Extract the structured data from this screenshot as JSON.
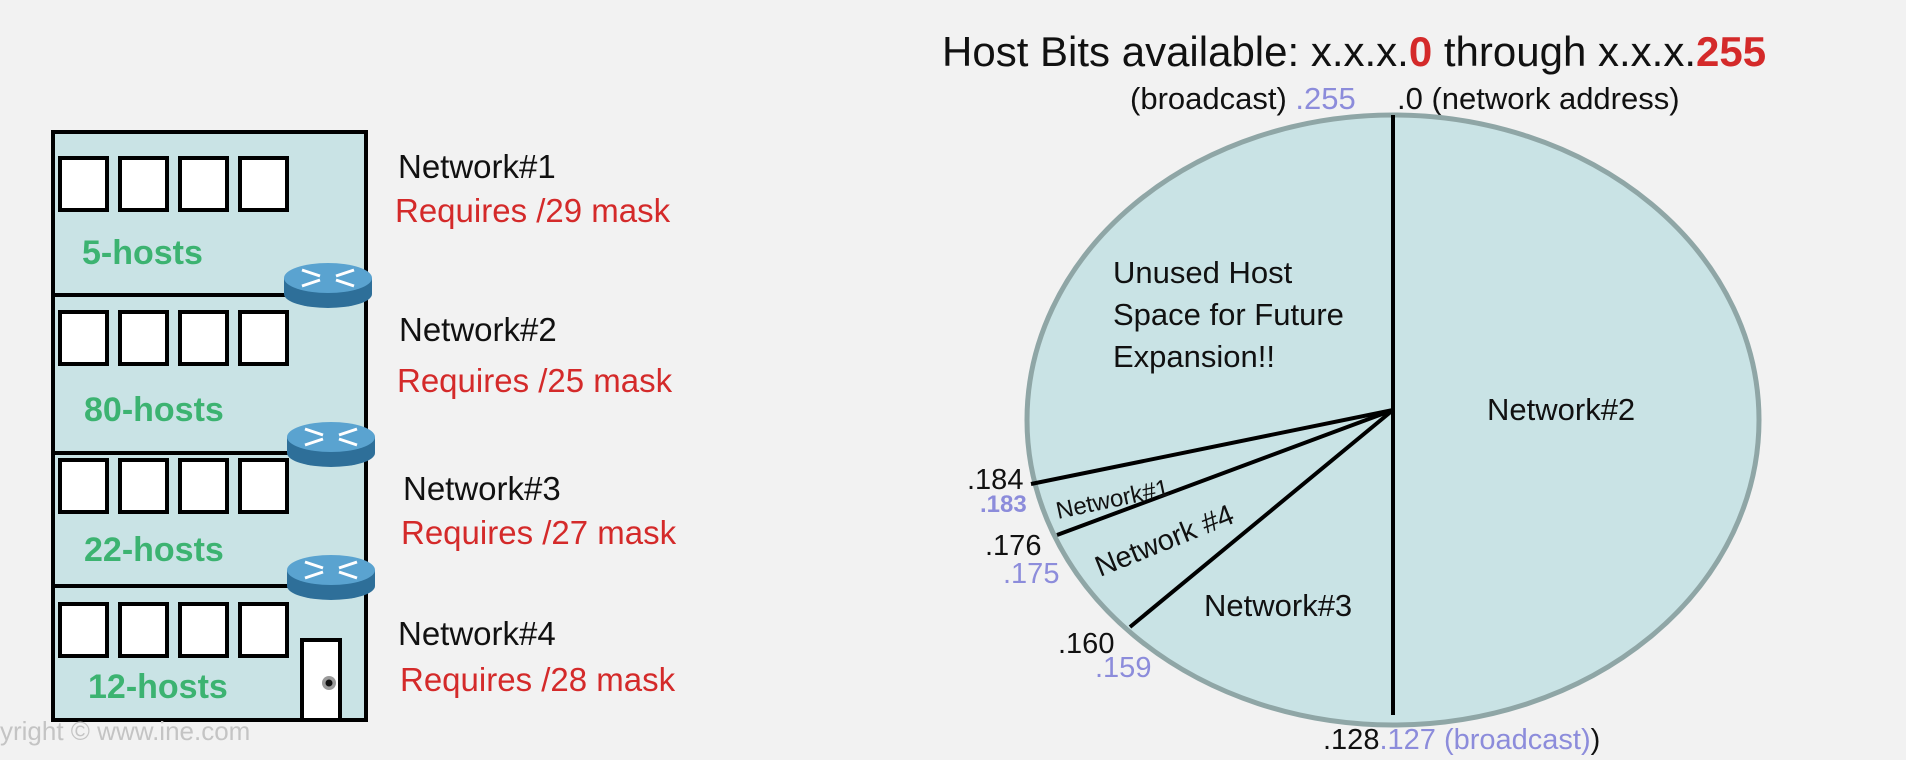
{
  "colors": {
    "background": "#f2f2f2",
    "fill_light_blue": "#c9e3e5",
    "outline": "#000000",
    "pie_outline": "#8fa6a6",
    "hosts_green": "#3cb371",
    "requires_red": "#d42a2a",
    "octet_red": "#d42a2a",
    "broadcast_lavender": "#8c8cdb",
    "router_blue": "#3c88b8",
    "watermark": "#c4c4c4"
  },
  "building": {
    "floors": [
      {
        "hosts": "5-hosts",
        "network": "Network#1",
        "requirement": "Requires /29 mask"
      },
      {
        "hosts": "80-hosts",
        "network": "Network#2",
        "requirement": "Requires /25 mask"
      },
      {
        "hosts": "22-hosts",
        "network": "Network#3",
        "requirement": "Requires /27 mask"
      },
      {
        "hosts": "12-hosts",
        "network": "Network#4",
        "requirement": "Requires /28 mask"
      }
    ],
    "copyright": "yright © www.ine.com"
  },
  "pie": {
    "title": {
      "prefix": "Host Bits available:  x.x.x.",
      "first": "0",
      "middle": "  through x.x.x.",
      "last": "255"
    },
    "top_labels": {
      "left_text": "(broadcast) ",
      "left_value": ".255",
      "right_text": ".0 (network address)"
    },
    "bottom_labels": {
      "net": ".128",
      "bcast": ".127 (broadcast)",
      "close": ")"
    },
    "unused_text": [
      "Unused Host",
      "Space for Future",
      "Expansion!!"
    ],
    "segments": {
      "network2": "Network#2",
      "network3": "Network#3",
      "network4": "Network #4",
      "network1": "Network#1"
    },
    "boundaries": [
      {
        "net": ".184",
        "bcast": ".183"
      },
      {
        "net": ".176",
        "bcast": ".175"
      },
      {
        "net": ".160",
        "bcast": ".159"
      }
    ]
  }
}
